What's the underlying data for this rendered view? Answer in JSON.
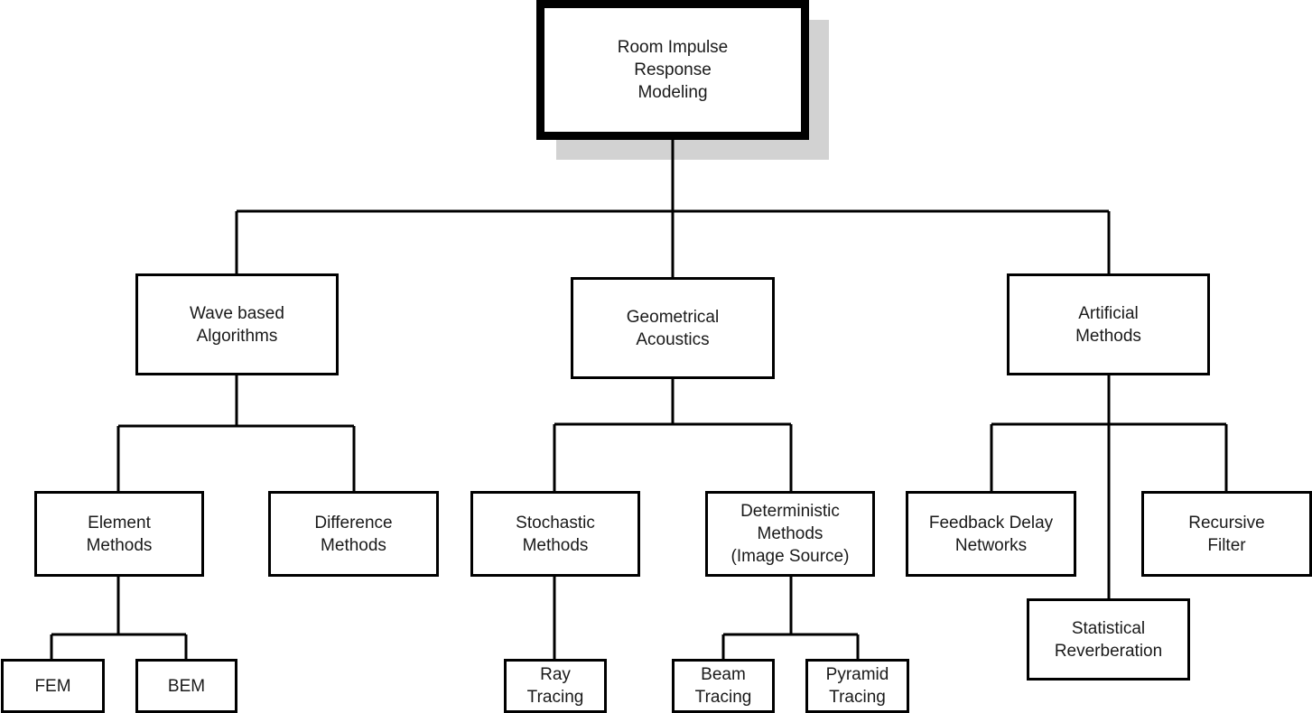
{
  "diagram": {
    "type": "hierarchy",
    "root": {
      "id": "root",
      "label": "Room Impulse\nResponse\nModeling"
    },
    "nodes": [
      {
        "id": "wave",
        "label": "Wave based\nAlgorithms",
        "parent": "root"
      },
      {
        "id": "geo",
        "label": "Geometrical\nAcoustics",
        "parent": "root"
      },
      {
        "id": "art",
        "label": "Artificial\nMethods",
        "parent": "root"
      },
      {
        "id": "elem",
        "label": "Element\nMethods",
        "parent": "wave"
      },
      {
        "id": "diff",
        "label": "Difference\nMethods",
        "parent": "wave"
      },
      {
        "id": "stoch",
        "label": "Stochastic\nMethods",
        "parent": "geo"
      },
      {
        "id": "det",
        "label": "Deterministic\nMethods\n(Image Source)",
        "parent": "geo"
      },
      {
        "id": "fdn",
        "label": "Feedback Delay\nNetworks",
        "parent": "art"
      },
      {
        "id": "stat",
        "label": "Statistical\nReverberation",
        "parent": "art"
      },
      {
        "id": "rec",
        "label": "Recursive\nFilter",
        "parent": "art"
      },
      {
        "id": "fem",
        "label": "FEM",
        "parent": "elem"
      },
      {
        "id": "bem",
        "label": "BEM",
        "parent": "elem"
      },
      {
        "id": "ray",
        "label": "Ray\nTracing",
        "parent": "stoch"
      },
      {
        "id": "beam",
        "label": "Beam\nTracing",
        "parent": "det"
      },
      {
        "id": "pyr",
        "label": "Pyramid\nTracing",
        "parent": "det"
      }
    ]
  }
}
